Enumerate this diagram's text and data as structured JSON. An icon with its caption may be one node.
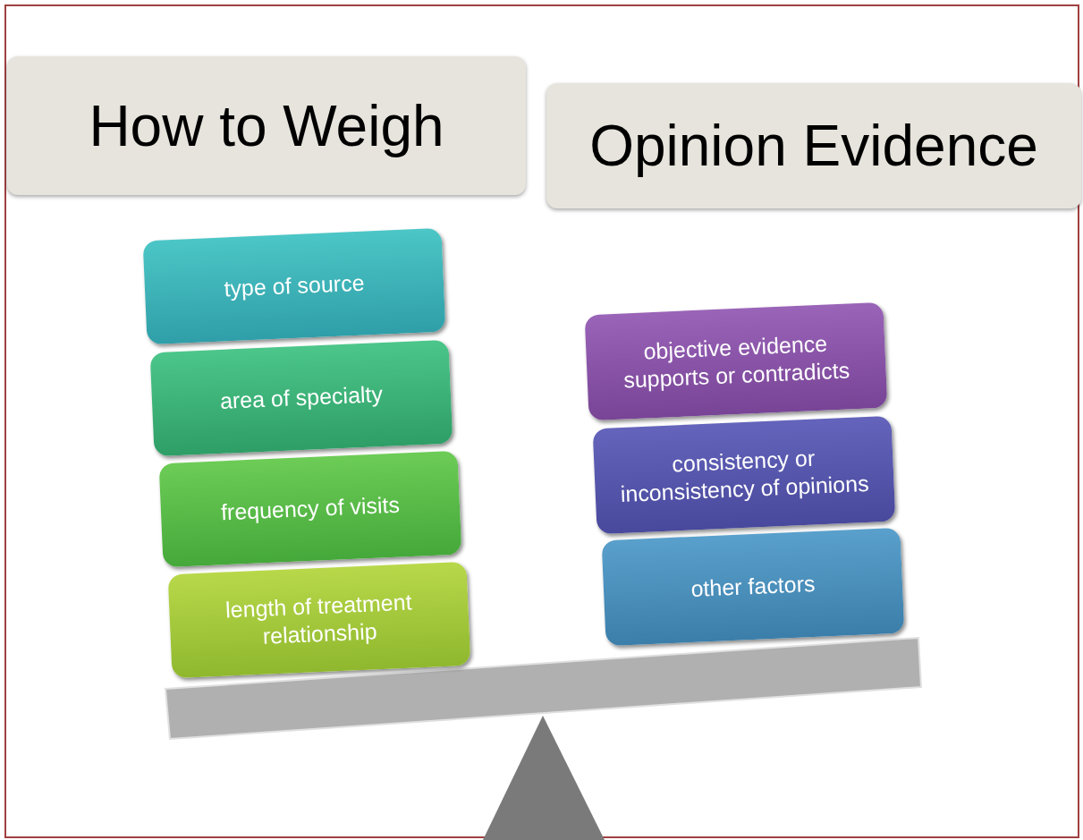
{
  "diagram": {
    "nodes": [
      {
        "text": [
          "How to Weigh"
        ]
      },
      {
        "text": [
          "Opinion Evidence"
        ]
      },
      {
        "text": [
          "type of source"
        ]
      },
      {
        "text": [
          "area of specialty"
        ]
      },
      {
        "text": [
          "frequency of visits"
        ]
      },
      {
        "text": [
          "length of treatment relationship"
        ]
      },
      {
        "text": [
          "objective evidence supports or contradicts"
        ]
      },
      {
        "text": [
          "consistency or inconsistency of opinions"
        ]
      },
      {
        "text": [
          "other factors"
        ]
      }
    ]
  }
}
